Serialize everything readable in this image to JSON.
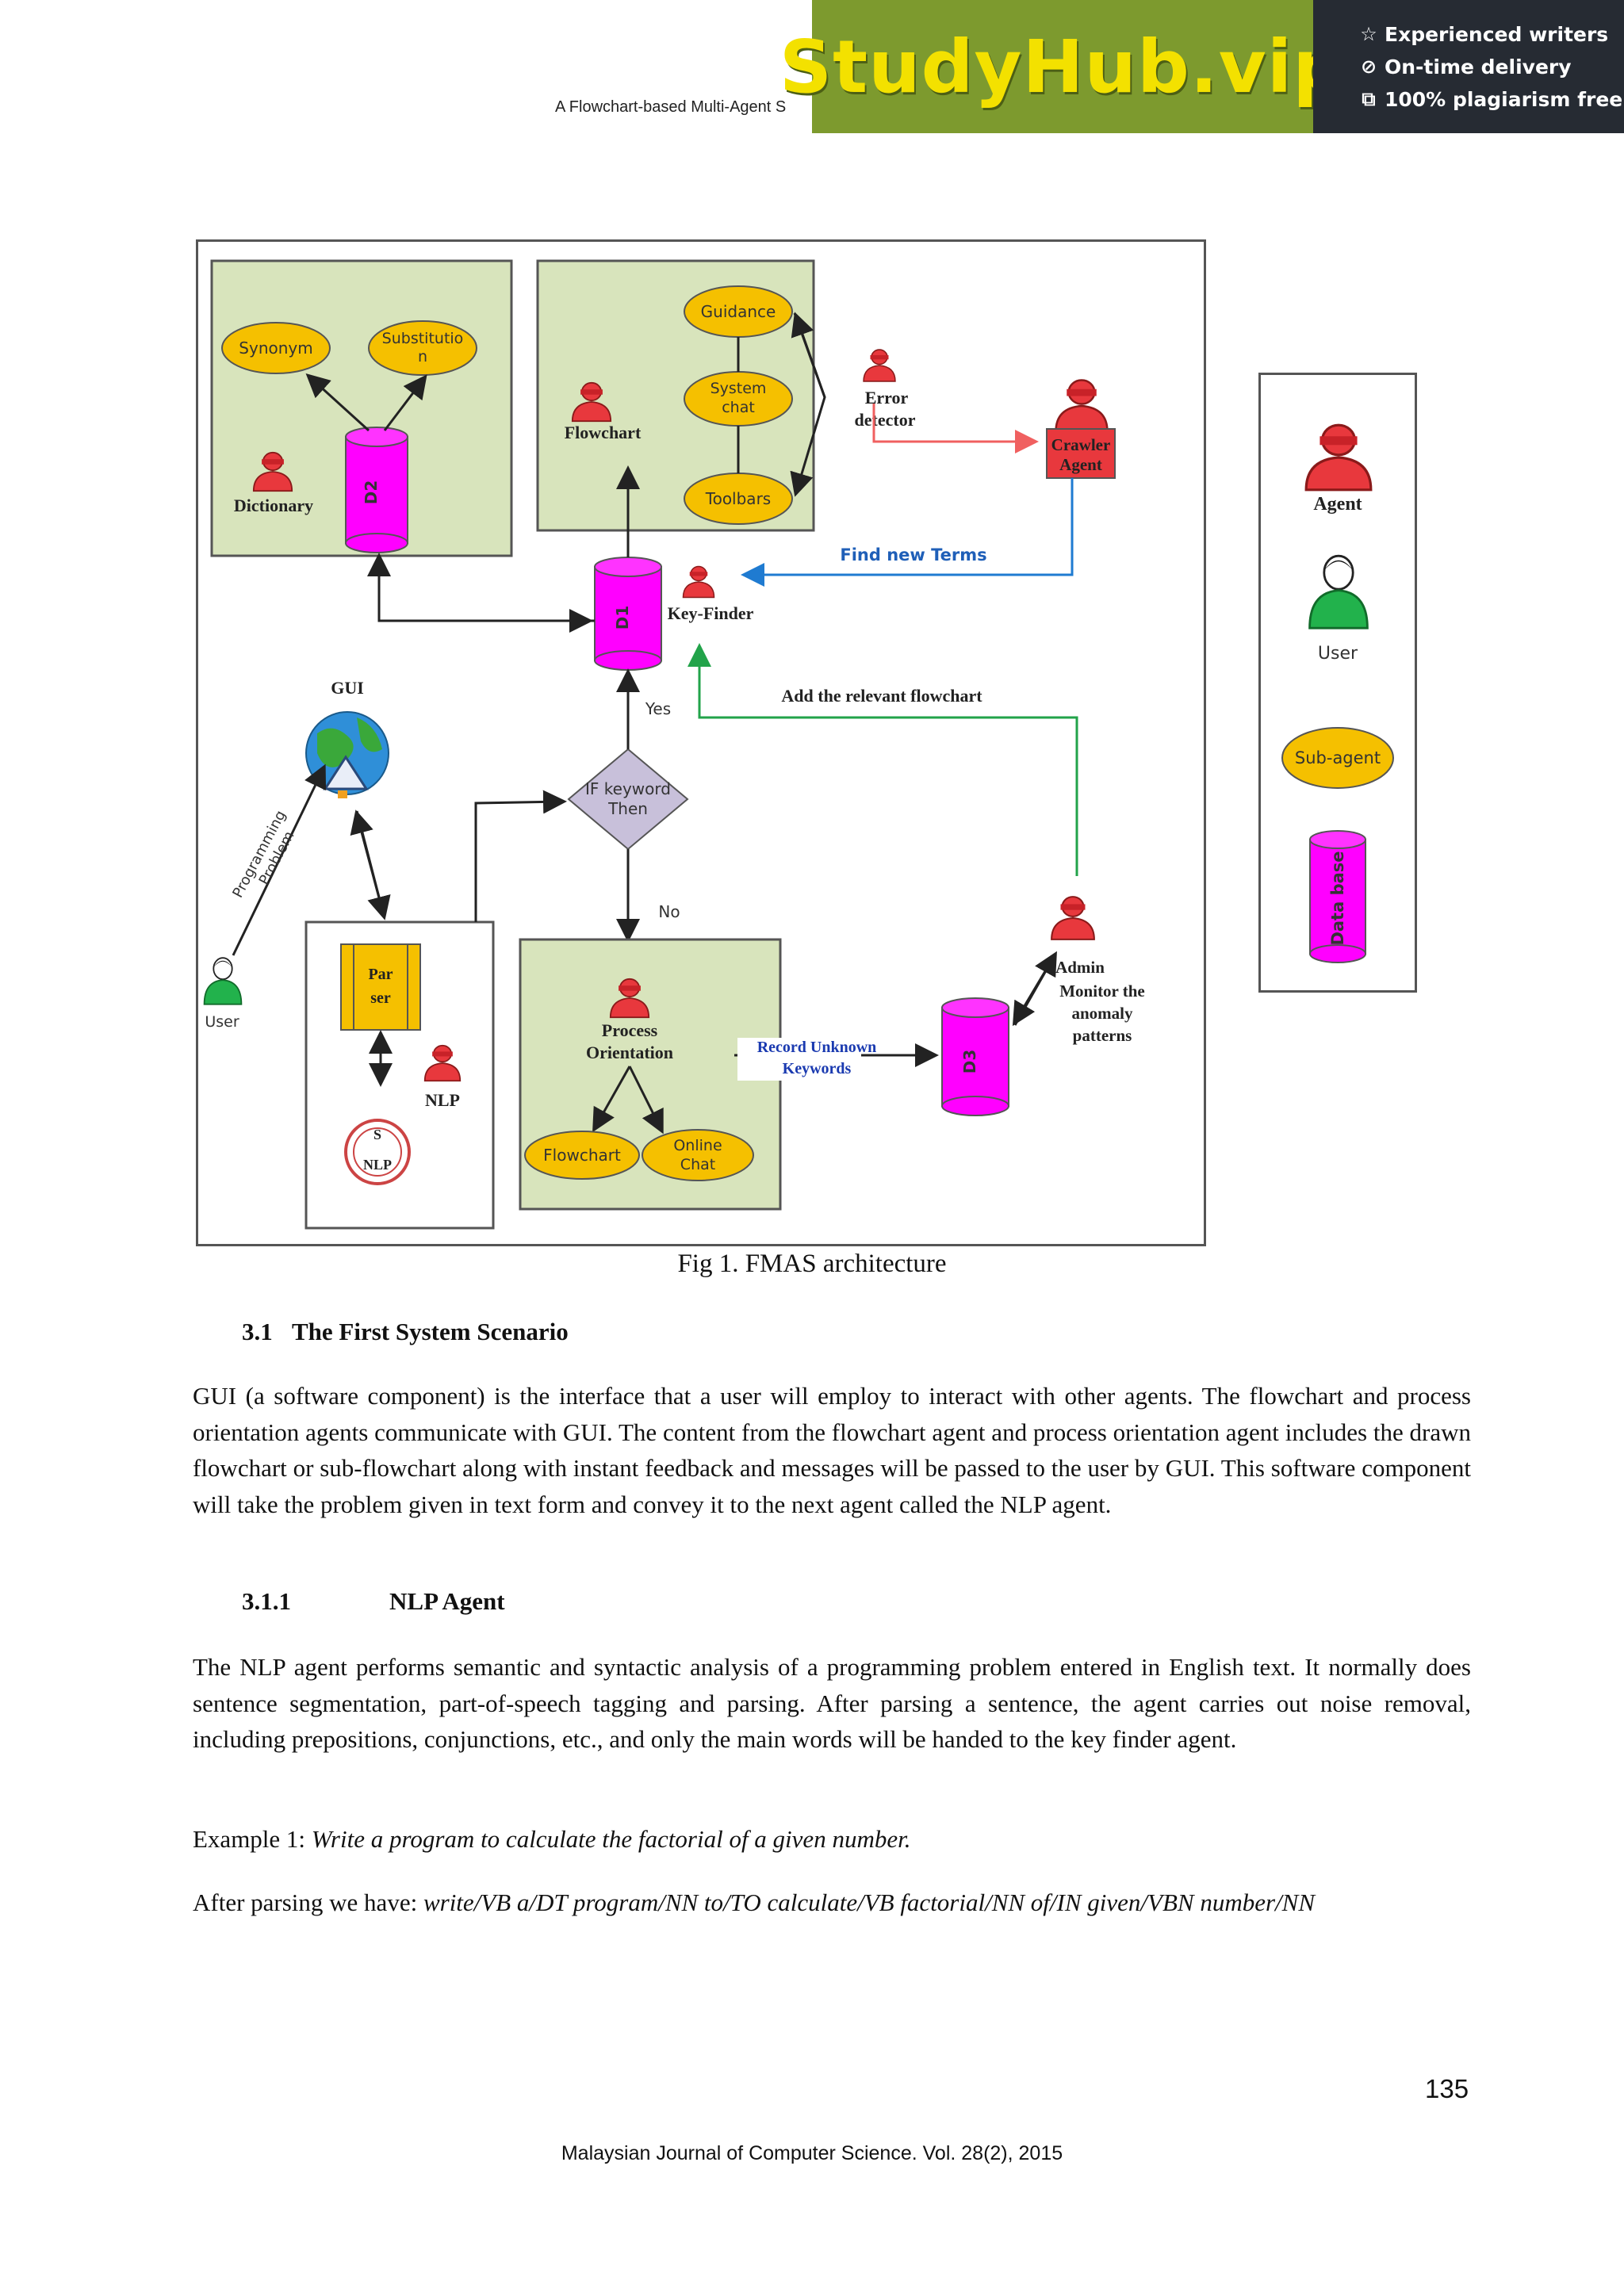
{
  "header": {
    "running_title": "A Flowchart-based Multi-Agent S"
  },
  "banner": {
    "brand": "StudyHub.vip",
    "features": [
      {
        "icon": "star-icon",
        "glyph": "☆",
        "text": "Experienced writers"
      },
      {
        "icon": "clock-icon",
        "glyph": "⊘",
        "text": "On-time delivery"
      },
      {
        "icon": "copy-icon",
        "glyph": "⧉",
        "text": "100% plagiarism free"
      }
    ],
    "colors": {
      "left_bg": "#7d9a2e",
      "brand_text": "#f3e100",
      "right_bg": "#262b33"
    }
  },
  "figure": {
    "boxes": {
      "dictionary": {
        "synonym": "Synonym",
        "substitution_1": "Substitutio",
        "substitution_2": "n",
        "db": "D2",
        "agent": "Dictionary"
      },
      "flowchart": {
        "agent": "Flowchart",
        "guidance": "Guidance",
        "system_chat_1": "System",
        "system_chat_2": "chat",
        "toolbars": "Toolbars"
      },
      "parser": {
        "parser_1": "Par",
        "parser_2": "ser",
        "nlp_agent": "NLP",
        "seal_s": "S",
        "seal_nlp": "NLP"
      },
      "process": {
        "agent_1": "Process",
        "agent_2": "Orientation",
        "flowchart": "Flowchart",
        "online_chat_1": "Online",
        "online_chat_2": "Chat"
      }
    },
    "nodes": {
      "error_detector_1": "Error",
      "error_detector_2": "detector",
      "crawler_1": "Crawler",
      "crawler_2": "Agent",
      "find_new_terms": "Find new Terms",
      "key_finder": "Key-Finder",
      "d1": "D1",
      "gui": "GUI",
      "yes": "Yes",
      "add_relevant": "Add the relevant flowchart",
      "decision_1": "IF keyword",
      "decision_2": "Then",
      "no": "No",
      "prog_problem_1": "Programming",
      "prog_problem_2": "Problem",
      "user": "User",
      "record_1": "Record Unknown",
      "record_2": "Keywords",
      "d3": "D3",
      "admin_1": "Admin",
      "admin_2": "Monitor the",
      "admin_3": "anomaly",
      "admin_4": "patterns"
    },
    "legend": {
      "agent": "Agent",
      "user": "User",
      "sub_agent": "Sub-agent",
      "data_base": "Data base"
    },
    "colors": {
      "box_fill": "#d8e4bc",
      "sub_agent": "#f5c000",
      "database": "#ff00ff",
      "agent": "#e8383d",
      "user": "#22b24c",
      "decision": "#c8c0da",
      "blue_arrow": "#1f7bd1",
      "green_arrow": "#22a34a",
      "red_arrow": "#f06060"
    }
  },
  "caption": "Fig 1. FMAS architecture",
  "section_3_1": {
    "number": "3.1",
    "title": "The First System Scenario",
    "body": "GUI (a software component) is the interface that a user will employ to interact with other agents. The flowchart and process orientation agents communicate with GUI. The content from the flowchart agent and process orientation agent includes the drawn flowchart or sub-flowchart along with instant feedback and messages will be passed to the user by GUI. This software component will take the problem given in text form and convey it to the next agent called the NLP agent."
  },
  "section_3_1_1": {
    "number": "3.1.1",
    "title": "NLP Agent",
    "body": "The NLP agent performs semantic and syntactic analysis of a programming problem entered in English text. It normally does sentence segmentation, part-of-speech tagging and parsing. After parsing a sentence, the agent carries out noise removal, including prepositions, conjunctions, etc., and only the main words will be handed to the key finder agent."
  },
  "example": {
    "label": "Example 1: ",
    "text": "Write a program to calculate the factorial of a given number."
  },
  "parsed": {
    "label": "After parsing we have: ",
    "text": "write/VB a/DT program/NN to/TO calculate/VB factorial/NN of/IN given/VBN number/NN"
  },
  "page_number": "135",
  "footer": "Malaysian Journal of Computer Science.  Vol. 28(2), 2015"
}
